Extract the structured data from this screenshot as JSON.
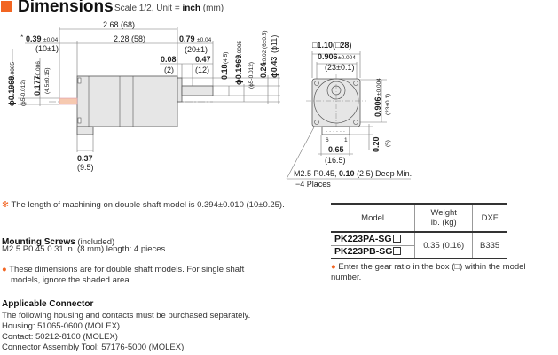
{
  "header": {
    "title": "Dimensions",
    "scale": "Scale 1/2, Unit = ",
    "unit": "inch",
    "unit_mm": " (mm)"
  },
  "drawing": {
    "overall": "2.68 (68)",
    "body": "2.28 (58)",
    "left_shaft": "0.39",
    "left_shaft_tol": "±0.04",
    "left_shaft_mm": "(10±1)",
    "right_shaft": "0.79",
    "right_shaft_tol": "±0.04",
    "right_shaft_mm": "(20±1)",
    "collar": "0.08",
    "collar_mm": "(2)",
    "flat": "0.47",
    "flat_mm": "(12)",
    "flat_depth": "0.18",
    "flat_depth_mm": "(4.5)",
    "shaft_dia": "ϕ0.1969",
    "shaft_dia_tol": "-0.0005",
    "shaft_dia_mm": "(ϕ5-0.012)",
    "pilot": "0.24",
    "pilot_tol": "±0.02",
    "pilot_mm": "(6±0.5)",
    "pilot_dia": "ϕ0.43",
    "pilot_dia_mm": "(ϕ11)",
    "lshaft_dia": "ϕ0.1969",
    "lshaft_dia_tol": "-0.0005",
    "lshaft_dia_mm": "(ϕ5-0.012)",
    "lflat": "0.177",
    "lflat_tol": "±0.006",
    "lflat_mm": "(4.5±0.15)",
    "conn": "0.37",
    "conn_mm": "(9.5)",
    "square": "□1.10(□28)",
    "pitch": "0.906",
    "pitch_tol": "±0.004",
    "pitch_mm": "(23±0.1)",
    "vpitch": "0.906",
    "vpitch_tol": "±0.004",
    "vpitch_mm": "(23±0.1)",
    "pin6": "6",
    "pin1": "1",
    "conn_w": "0.65",
    "conn_w_mm": "(16.5)",
    "conn_h": "0.20",
    "conn_h_mm": "(5)",
    "screw": "M2.5 P0.45, ",
    "screw_b": "0.10",
    "screw_rest": " (2.5) Deep Min.",
    "places": "−4 Places"
  },
  "notes": {
    "star_note": "The length of machining on double shaft model is 0.394±0.010 (10±0.25).",
    "mount_head": "Mounting Screws",
    "mount_inc": " (included)",
    "mount_text": "M2.5 P0.45 0.31 in. (8 mm) length: 4 pieces",
    "double_note": "These dimensions are for double shaft models. For single shaft models, ignore the shaded area.",
    "conn_head": "Applicable Connector",
    "conn_intro": "The following housing and contacts must be purchased separately.",
    "housing": "Housing: 51065-0600 (MOLEX)",
    "contact": "Contact: 50212-8100 (MOLEX)",
    "tool": "Connector Assembly Tool: 57176-5000 (MOLEX)"
  },
  "table": {
    "headers": [
      "Model",
      "Weight",
      "lb. (kg)",
      "DXF"
    ],
    "models": [
      "PK223PA-SG",
      "PK223PB-SG"
    ],
    "weight": "0.35 (0.16)",
    "dxf": "B335",
    "note": "Enter the gear ratio in the box (□) within the model number."
  },
  "colors": {
    "accent": "#f26522",
    "motor": "#e6e6e6",
    "shaded": "#f6c9b0"
  }
}
